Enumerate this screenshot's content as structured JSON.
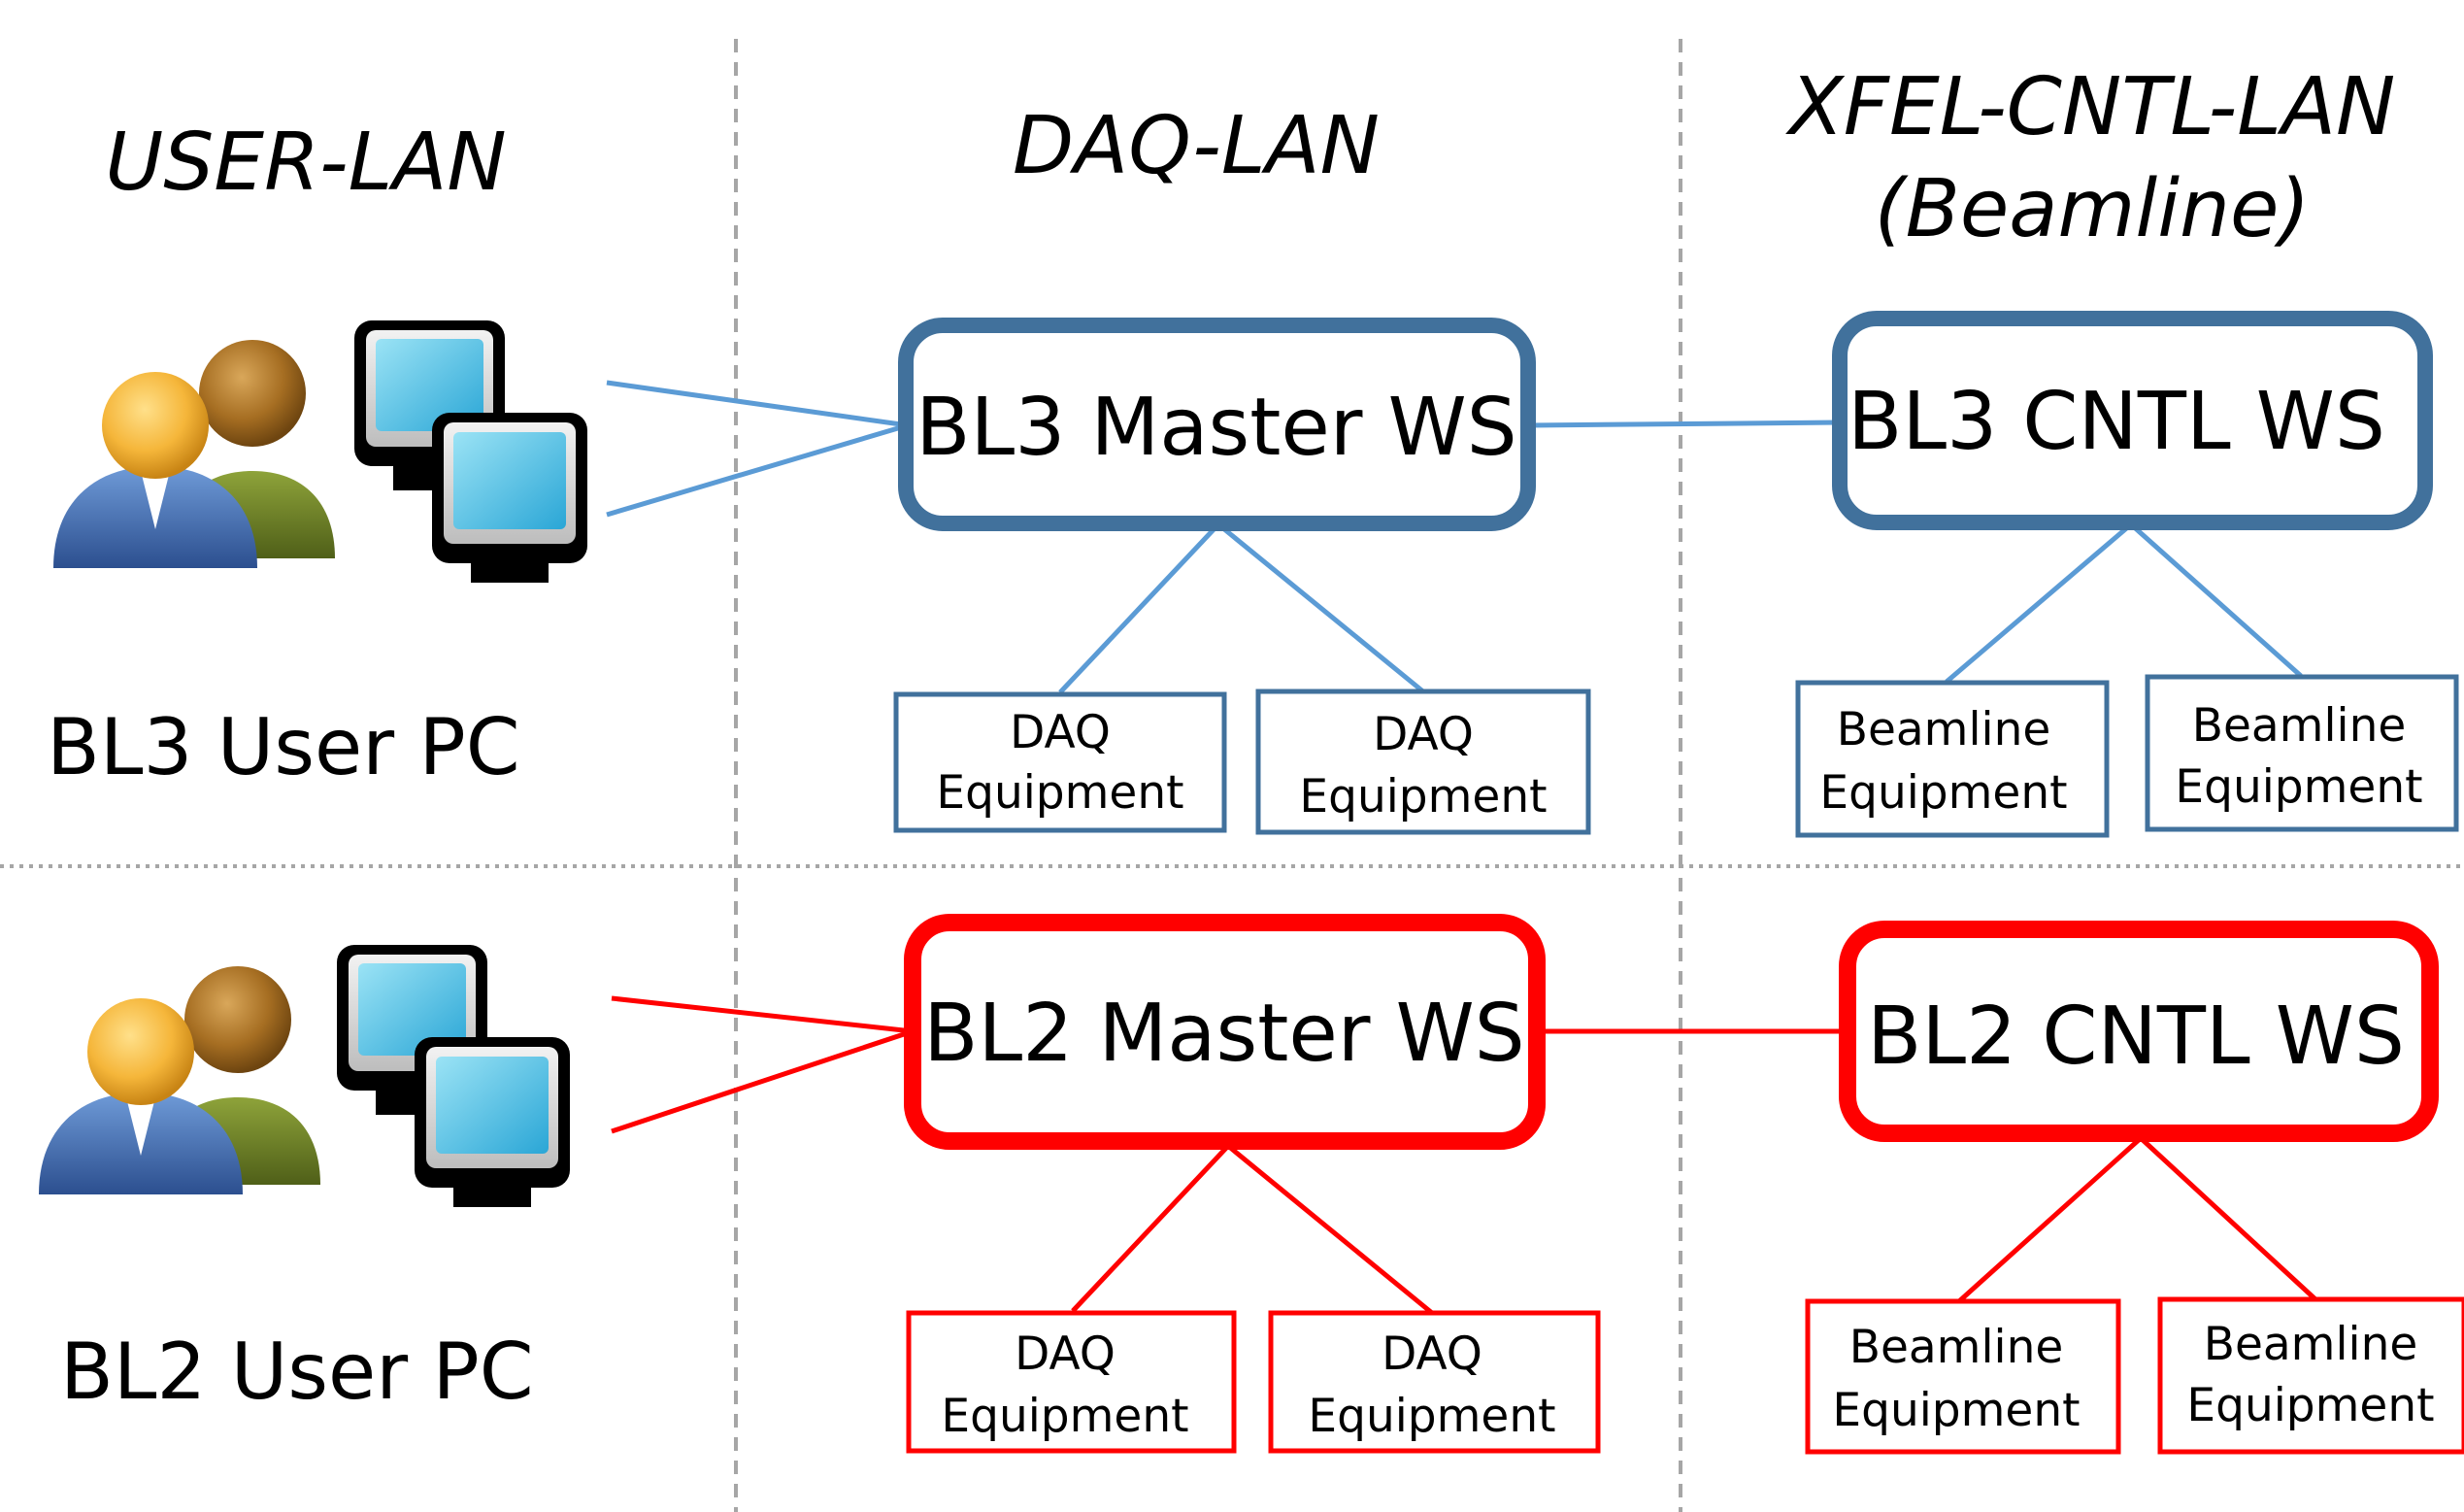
{
  "columns": {
    "user_lan": "USER-LAN",
    "daq_lan": "DAQ-LAN",
    "xfel_line1": "XFEL-CNTL-LAN",
    "xfel_line2": "(Beamline)"
  },
  "colors": {
    "bl3": "#41719C",
    "bl3_link": "#5B9BD5",
    "bl2": "#FF0000",
    "divider": "#A6A6A6"
  },
  "icons": [
    "users-icon",
    "computers-icon"
  ],
  "rows": [
    {
      "id": "bl3",
      "user_pc": "BL3 User PC",
      "master_ws": "BL3 Master WS",
      "cntl_ws": "BL3 CNTL WS",
      "daq_equipment": [
        {
          "line1": "DAQ",
          "line2": "Equipment"
        },
        {
          "line1": "DAQ",
          "line2": "Equipment"
        }
      ],
      "beamline_equipment": [
        {
          "line1": "Beamline",
          "line2": "Equipment"
        },
        {
          "line1": "Beamline",
          "line2": "Equipment"
        }
      ]
    },
    {
      "id": "bl2",
      "user_pc": "BL2 User PC",
      "master_ws": "BL2 Master WS",
      "cntl_ws": "BL2 CNTL WS",
      "daq_equipment": [
        {
          "line1": "DAQ",
          "line2": "Equipment"
        },
        {
          "line1": "DAQ",
          "line2": "Equipment"
        }
      ],
      "beamline_equipment": [
        {
          "line1": "Beamline",
          "line2": "Equipment"
        },
        {
          "line1": "Beamline",
          "line2": "Equipment"
        }
      ]
    }
  ]
}
